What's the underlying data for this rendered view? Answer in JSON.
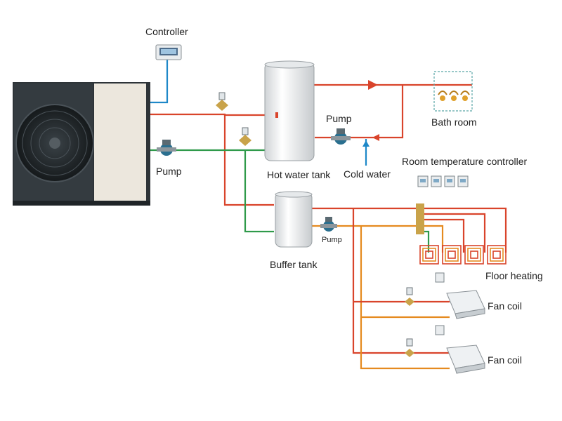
{
  "labels": {
    "controller": "Controller",
    "pump_left": "Pump",
    "pump_top": "Pump",
    "pump_buffer": "Pump",
    "hot_water_tank": "Hot water tank",
    "cold_water": "Cold water",
    "bath_room": "Bath room",
    "room_temp_controller": "Room temperature controller",
    "buffer_tank": "Buffer tank",
    "floor_heating": "Floor heating",
    "fan_coil_1": "Fan coil",
    "fan_coil_2": "Fan coil"
  },
  "colors": {
    "hot_pipe": "#d9442b",
    "return_pipe": "#2f9a4a",
    "orange_pipe": "#e58a1f",
    "cold_pipe": "#1e88c8",
    "heat_pump_body": "#2e3438",
    "heat_pump_panel": "#ece7dd"
  }
}
